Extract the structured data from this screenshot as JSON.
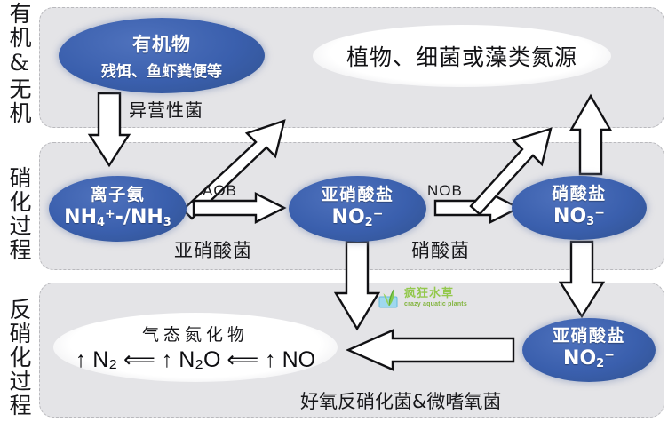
{
  "stages": [
    {
      "id": "organic",
      "label": "有机&无机"
    },
    {
      "id": "nitrification",
      "label": "硝化过程"
    },
    {
      "id": "denitrification",
      "label": "反硝化过程"
    }
  ],
  "nodes": {
    "organic_matter": {
      "line1": "有机物",
      "line2": "残饵、鱼虾粪便等"
    },
    "plant_source": {
      "label": "植物、细菌或藻类氮源"
    },
    "ammonia": {
      "cn": "离子氨",
      "formula_pre": "NH",
      "formula_sub1": "4",
      "formula_sup1": "+",
      "formula_mid": "-/NH",
      "formula_sub2": "3"
    },
    "nitrite": {
      "cn": "亚硝酸盐",
      "formula_pre": "NO",
      "formula_sub": "2",
      "formula_sup": "−"
    },
    "nitrate": {
      "cn": "硝酸盐",
      "formula_pre": "NO",
      "formula_sub": "3",
      "formula_sup": "−"
    },
    "nitrite_bottom": {
      "cn": "亚硝酸盐",
      "formula_pre": "NO",
      "formula_sub": "2",
      "formula_sup": "−"
    },
    "gaseous": {
      "title": "气态氮化物",
      "chain": "↑ N₂ ⟸ ↑ N₂O ⟸ ↑ NO"
    }
  },
  "labels": {
    "heterotrophic": "异营性菌",
    "aob": "AOB",
    "nob": "NOB",
    "nitrite_bacteria": "亚硝酸菌",
    "nitrate_bacteria": "硝酸菌",
    "denitrifying_bacteria": "好氧反硝化菌&微嗜氧菌"
  },
  "watermark": {
    "cn": "疯狂水草",
    "en": "crazy aquatic plants"
  },
  "colors": {
    "ellipse_blue": "#3a5fad",
    "panel_bg": "#e4e4e7",
    "panel_border": "#b9b9bd",
    "text_dark": "#17171a",
    "watermark_green": "#8dc63f"
  }
}
